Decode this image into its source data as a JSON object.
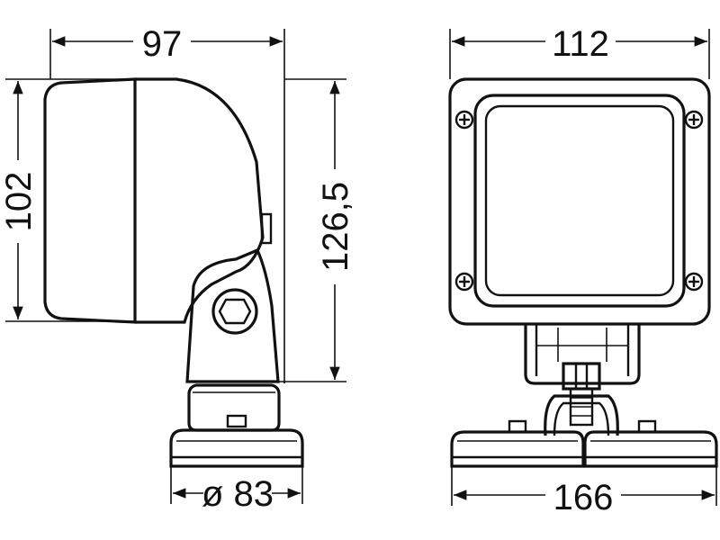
{
  "dimensions": {
    "side_width": "97",
    "side_height_lamp": "102",
    "side_height_total": "126,5",
    "base_diameter": "ø 83",
    "front_width": "112",
    "front_base_width": "166"
  }
}
